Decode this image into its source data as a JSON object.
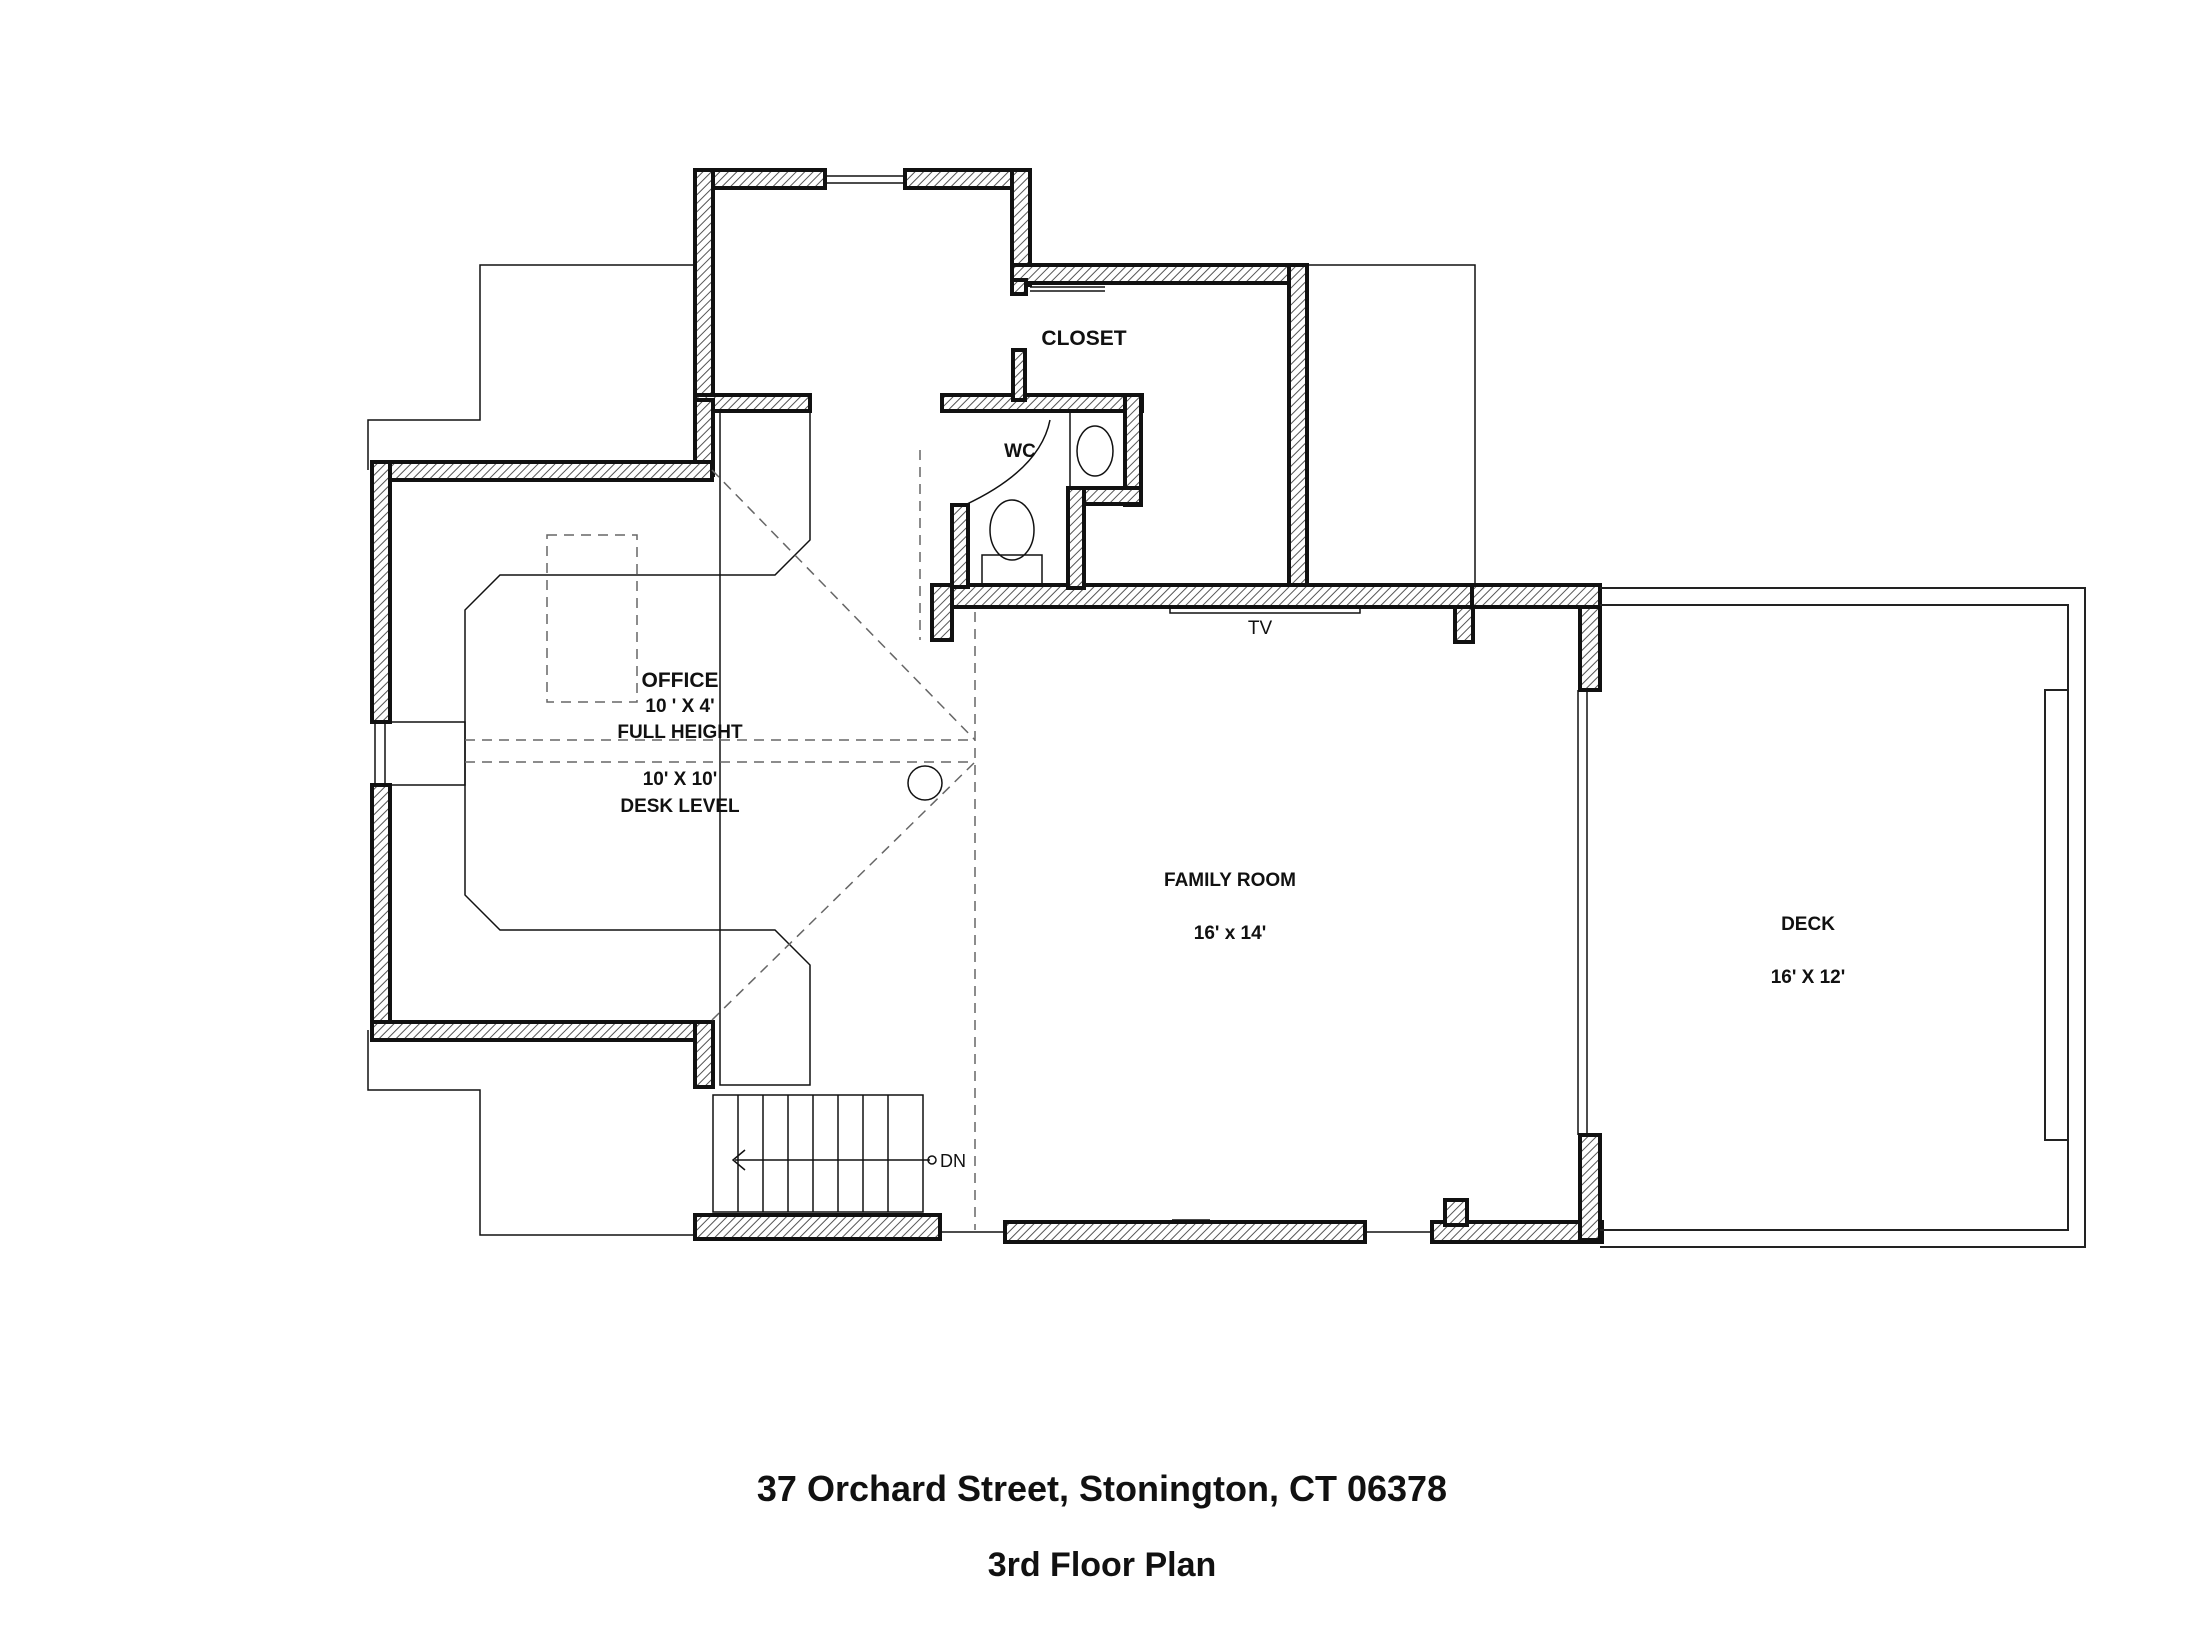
{
  "rooms": {
    "closet": "CLOSET",
    "wc": "WC",
    "office_name": "OFFICE",
    "office_dims_upper": "10 ' X 4'",
    "office_full_height": "FULL HEIGHT",
    "office_dims_lower": "10' X 10'",
    "office_desk_level": "DESK LEVEL",
    "family_room_name": "FAMILY ROOM",
    "family_room_dims": "16' x 14'",
    "deck_name": "DECK",
    "deck_dims": "16' X 12'",
    "tv": "TV",
    "stair_direction": "DN"
  },
  "caption": {
    "address": "37 Orchard Street, Stonington, CT 06378",
    "title": "3rd Floor Plan"
  }
}
